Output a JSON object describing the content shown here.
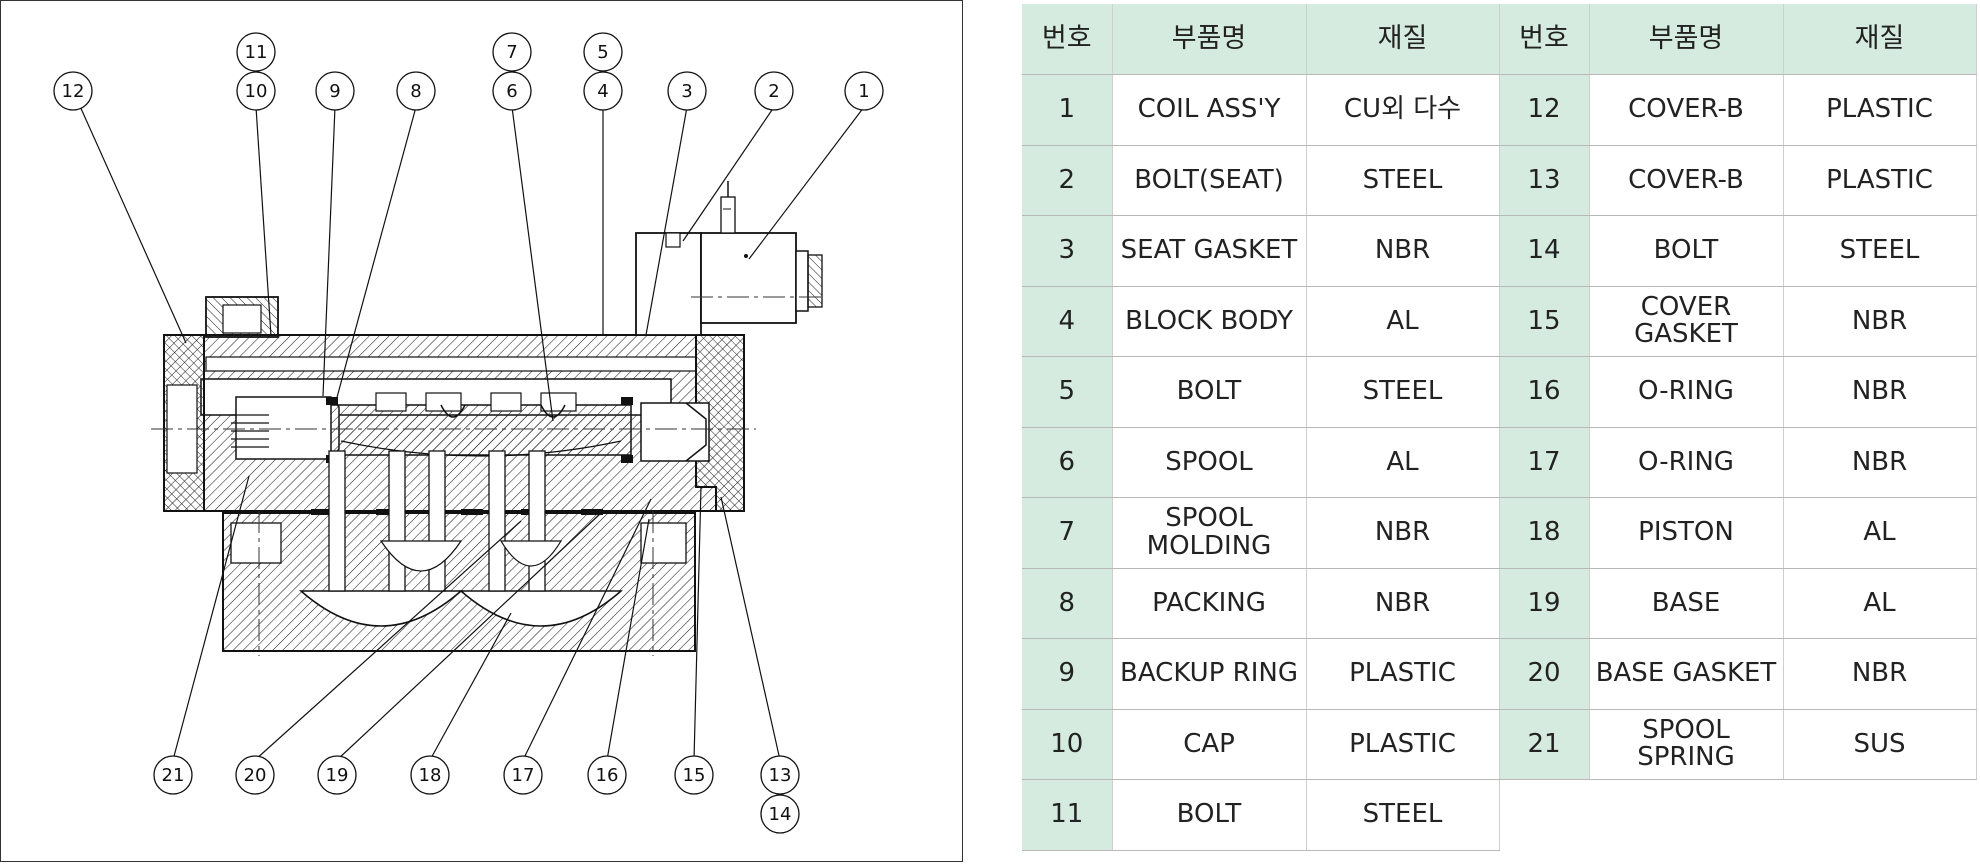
{
  "table": {
    "headers": [
      "번호",
      "부품명",
      "재질",
      "번호",
      "부품명",
      "재질"
    ],
    "rows": [
      {
        "no1": "1",
        "name1": "COIL ASS'Y",
        "mat1": "CU외 다수",
        "no2": "12",
        "name2": "COVER-B",
        "mat2": "PLASTIC"
      },
      {
        "no1": "2",
        "name1": "BOLT(SEAT)",
        "mat1": "STEEL",
        "no2": "13",
        "name2": "COVER-B",
        "mat2": "PLASTIC"
      },
      {
        "no1": "3",
        "name1": "SEAT GASKET",
        "mat1": "NBR",
        "no2": "14",
        "name2": "BOLT",
        "mat2": "STEEL"
      },
      {
        "no1": "4",
        "name1": "BLOCK BODY",
        "mat1": "AL",
        "no2": "15",
        "name2": "COVER GASKET",
        "mat2": "NBR"
      },
      {
        "no1": "5",
        "name1": "BOLT",
        "mat1": "STEEL",
        "no2": "16",
        "name2": "O-RING",
        "mat2": "NBR"
      },
      {
        "no1": "6",
        "name1": "SPOOL",
        "mat1": "AL",
        "no2": "17",
        "name2": "O-RING",
        "mat2": "NBR"
      },
      {
        "no1": "7",
        "name1": "SPOOL MOLDING",
        "mat1": "NBR",
        "no2": "18",
        "name2": "PISTON",
        "mat2": "AL"
      },
      {
        "no1": "8",
        "name1": "PACKING",
        "mat1": "NBR",
        "no2": "19",
        "name2": "BASE",
        "mat2": "AL"
      },
      {
        "no1": "9",
        "name1": "BACKUP RING",
        "mat1": "PLASTIC",
        "no2": "20",
        "name2": "BASE GASKET",
        "mat2": "NBR"
      },
      {
        "no1": "10",
        "name1": "CAP",
        "mat1": "PLASTIC",
        "no2": "21",
        "name2": "SPOOL SPRING",
        "mat2": "SUS"
      },
      {
        "no1": "11",
        "name1": "BOLT",
        "mat1": "STEEL"
      }
    ]
  },
  "callouts": {
    "c1": "1",
    "c2": "2",
    "c3": "3",
    "c4": "4",
    "c5": "5",
    "c6": "6",
    "c7": "7",
    "c8": "8",
    "c9": "9",
    "c10": "10",
    "c11": "11",
    "c12": "12",
    "c13": "13",
    "c14": "14",
    "c15": "15",
    "c16": "16",
    "c17": "17",
    "c18": "18",
    "c19": "19",
    "c20": "20",
    "c21": "21"
  }
}
